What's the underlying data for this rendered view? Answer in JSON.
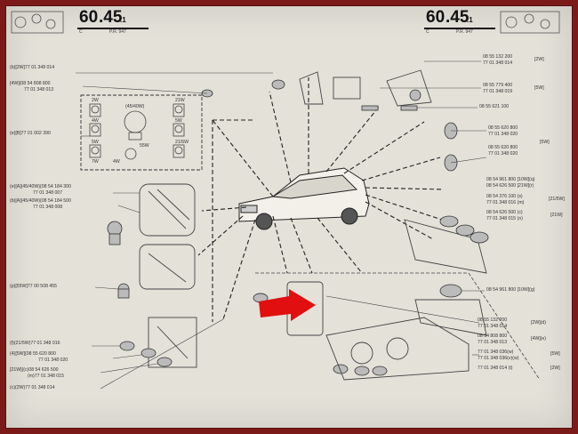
{
  "header": {
    "left": {
      "code": "60",
      "dec": ".45",
      "suffix": ".1",
      "c": "C",
      "pr": "P.R. 947"
    },
    "right": {
      "code": "60",
      "dec": ".45",
      "suffix": ".1",
      "c": "C",
      "pr": "P.R. 947"
    }
  },
  "left_labels": [
    "(b)[2W]77 01 348 014",
    "[4W]{08 54 808 800",
    "77 01 348 013",
    "(e)[B]77 01 002 390",
    "(e)[A](45/40W){08 54 184 300",
    "77 01 348 007",
    "(b)[A](45/40W){08 54 184 500",
    "77 01 348 008",
    "(p)[55W]77 00 508 455",
    "(f)(21/5W)77 01 348 016",
    "(4)[5W]{08 55 620 800",
    "77 01 348 020",
    "[21W]{(c)08 54 626 500",
    "(m)77 01 348 015",
    "(c)(2W)77 01 348 014"
  ],
  "right_labels": [
    "08 55 132 200",
    "77 01 348 014",
    "[2W]",
    "08 55 779 400",
    "77 01 348 019",
    "[5W]",
    "08 55 621 100",
    "08 55 620 800",
    "77 01 348 020",
    "08 55 620 800",
    "77 01 348 020",
    "[5W]",
    "08 54 961 800 [10W](q)",
    "08 54 626 500 [21W](r)",
    "08 54 376 100 (s)",
    "77 01 348 016 (m)",
    "08 54 626 500 (c)",
    "77 01 348 015 (n)",
    "[21/5W]",
    "[21W]",
    "08 54 961 800 [10W](g)",
    "08 55 132 200",
    "77 01 348 014",
    "[2W](d)",
    "08 54 808 800",
    "77 01 348 013",
    "[4W](e)",
    "77 01 348 036(w)",
    "77 01 348 036(v)(w)",
    "77 01 348 014 (t)",
    "[5W]",
    "[2W]"
  ],
  "box_labels": [
    "2W",
    "4W",
    "5W",
    "(45/40W)",
    "21W",
    "5W",
    "7W",
    "55W",
    "21/5W",
    "4W"
  ]
}
